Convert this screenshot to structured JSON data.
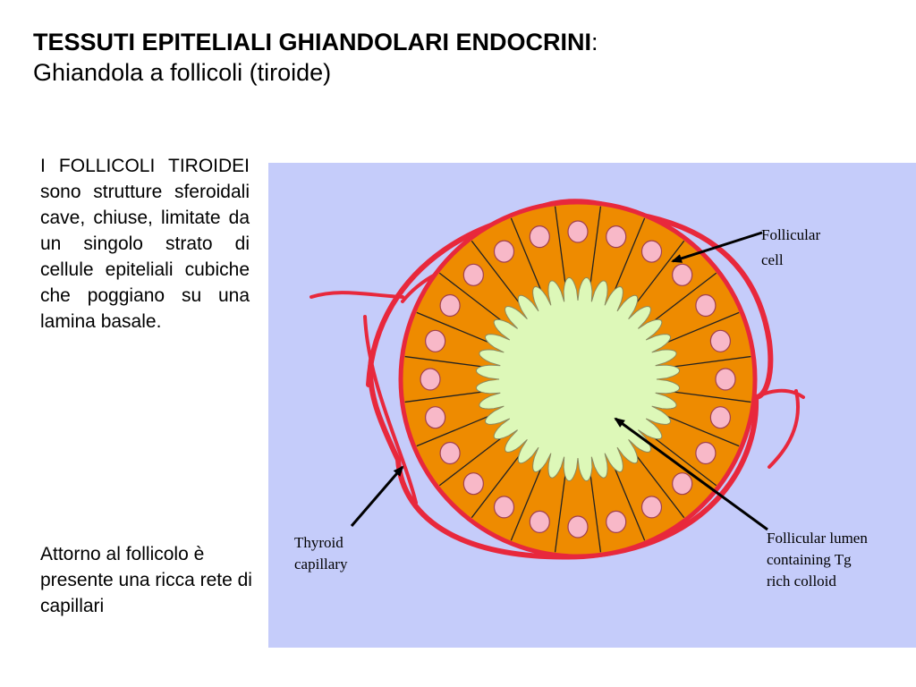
{
  "slide": {
    "title_bold": "TESSUTI EPITELIALI GHIANDOLARI ENDOCRINI",
    "title_colon": ":",
    "subtitle": "Ghiandola a follicoli (tiroide)",
    "paragraph1": "I FOLLICOLI TIROIDEI sono strutture sferoidali cave, chiuse, limitate da un singolo strato di cellule epiteliali cubiche che poggiano su una lamina basale.",
    "paragraph2": "Attorno al follicolo è presente una ricca rete di capillari"
  },
  "figure": {
    "colors": {
      "background": "#c5ccfa",
      "cells": "#ee8b00",
      "lumen": "#ddf8b8",
      "nuclei": "#f8b8c8",
      "capillary": "#e8283c",
      "outline": "#222222"
    },
    "labels": {
      "follicular_cell": [
        "Follicular",
        "cell"
      ],
      "thyroid_capillary": [
        "Thyroid",
        "capillary"
      ],
      "follicular_lumen": [
        "Follicular lumen",
        "containing Tg",
        "rich colloid"
      ]
    }
  }
}
